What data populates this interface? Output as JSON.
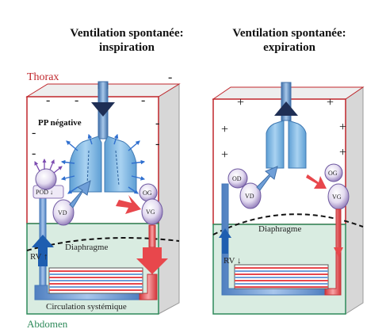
{
  "headings": {
    "inspiration": [
      "Ventilation spontanée:",
      "inspiration"
    ],
    "expiration": [
      "Ventilation spontanée:",
      "expiration"
    ]
  },
  "labels": {
    "thorax": "Thorax",
    "abdomen": "Abdomen",
    "pp_negative": "PP négative",
    "diaphragm_left": "Diaphragme",
    "diaphragm_right": "Diaphragme",
    "systemic_circulation": "Circulation systémique",
    "rv_up": "RV ↑",
    "rv_down": "RV ↓",
    "pod_down": "POD ↓",
    "vd": "VD",
    "og": "OG",
    "vg": "VG",
    "od": "OD"
  },
  "signs": {
    "minus": "-",
    "plus": "+"
  },
  "colors": {
    "thorax_border": "#c0262b",
    "abdomen_border": "#2e8a5a",
    "abdomen_fill": "#d9ece1",
    "lung": "#7fb7e3",
    "venous": "#6f9fd8",
    "arterial": "#e8474c",
    "chamber_purple": "#8b74b5",
    "thorax_label": "#c0262b",
    "abdomen_label": "#2e8a5a"
  }
}
